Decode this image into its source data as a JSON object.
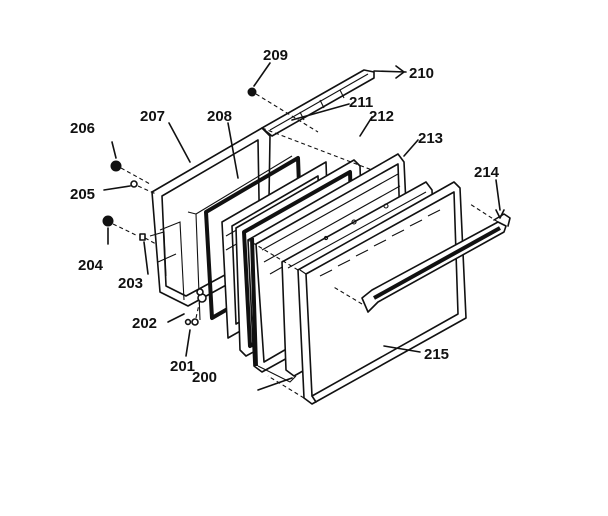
{
  "diagram": {
    "parts": [
      {
        "key": "p200",
        "label": "200"
      },
      {
        "key": "p201",
        "label": "201"
      },
      {
        "key": "p202",
        "label": "202"
      },
      {
        "key": "p203",
        "label": "203"
      },
      {
        "key": "p204",
        "label": "204"
      },
      {
        "key": "p205",
        "label": "205"
      },
      {
        "key": "p206",
        "label": "206"
      },
      {
        "key": "p207",
        "label": "207"
      },
      {
        "key": "p208",
        "label": "208"
      },
      {
        "key": "p209",
        "label": "209"
      },
      {
        "key": "p210",
        "label": "210"
      },
      {
        "key": "p211",
        "label": "211"
      },
      {
        "key": "p212",
        "label": "212"
      },
      {
        "key": "p213",
        "label": "213"
      },
      {
        "key": "p214",
        "label": "214"
      },
      {
        "key": "p215",
        "label": "215"
      }
    ]
  }
}
